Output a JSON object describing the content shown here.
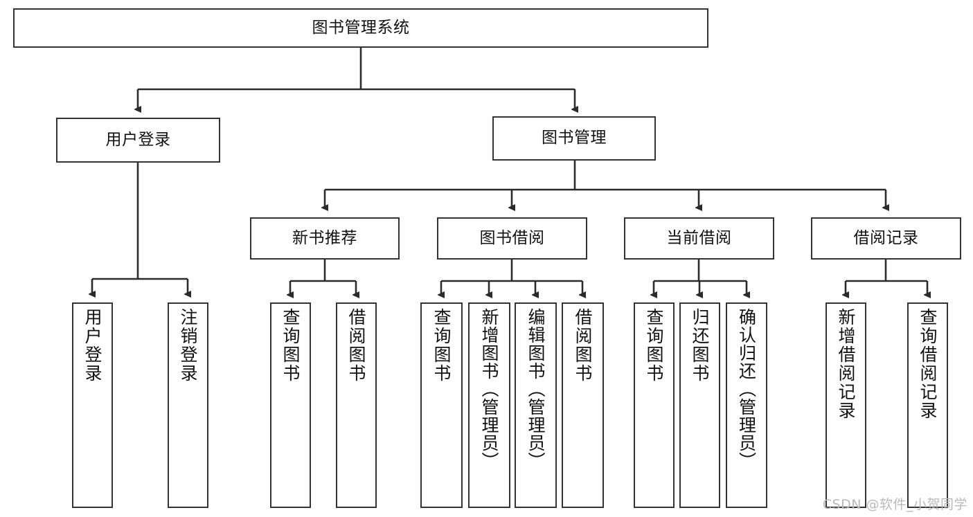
{
  "diagram": {
    "type": "tree-hierarchy",
    "title": "图书管理系统",
    "watermark": "CSDN @软件_小贺同学",
    "colors": {
      "box_border": "#333333",
      "box_fill": "#ffffff",
      "connector": "#2b2b2b",
      "text": "#111111",
      "watermark": "#b9b9b9"
    },
    "levels": {
      "root": {
        "label": "图书管理系统"
      },
      "level2": [
        {
          "label": "用户登录"
        },
        {
          "label": "图书管理"
        }
      ],
      "level3": [
        {
          "label": "新书推荐"
        },
        {
          "label": "图书借阅"
        },
        {
          "label": "当前借阅"
        },
        {
          "label": "借阅记录"
        }
      ],
      "leaves": {
        "user_login": [
          {
            "label": "用户登录"
          },
          {
            "label": "注销登录"
          }
        ],
        "new_book_recommend": [
          {
            "label": "查询图书"
          },
          {
            "label": "借阅图书"
          }
        ],
        "book_borrow": [
          {
            "label": "查询图书"
          },
          {
            "label": "新增图书（管理员）"
          },
          {
            "label": "编辑图书（管理员）"
          },
          {
            "label": "借阅图书"
          }
        ],
        "current_borrow": [
          {
            "label": "查询图书"
          },
          {
            "label": "归还图书"
          },
          {
            "label": "确认归还（管理员）"
          }
        ],
        "borrow_records": [
          {
            "label": "新增借阅记录"
          },
          {
            "label": "查询借阅记录"
          }
        ]
      }
    }
  }
}
